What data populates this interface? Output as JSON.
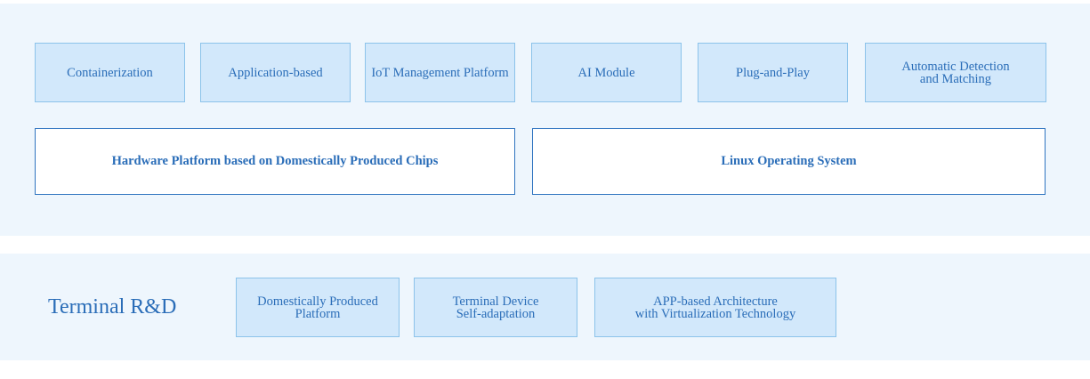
{
  "top_section": {
    "features": [
      {
        "label": "Containerization"
      },
      {
        "label": "Application-based"
      },
      {
        "label": "IoT Management Platform"
      },
      {
        "label": "AI Module"
      },
      {
        "label": "Plug-and-Play"
      },
      {
        "label": "Automatic Detection\nand Matching"
      }
    ],
    "base_layers": [
      {
        "label": "Hardware Platform based on Domestically Produced Chips"
      },
      {
        "label": "Linux Operating System"
      }
    ]
  },
  "bottom_section": {
    "title": "Terminal R&D",
    "items": [
      {
        "label": "Domestically Produced\nPlatform"
      },
      {
        "label": "Terminal Device\nSelf-adaptation"
      },
      {
        "label": "APP-based Architecture\nwith Virtualization Technology"
      }
    ]
  },
  "colors": {
    "panel_background": "#eef6fd",
    "box_fill": "#d2e8fb",
    "box_border": "#8cc3ea",
    "text": "#2a6db8",
    "base_border": "#2f74c0"
  }
}
